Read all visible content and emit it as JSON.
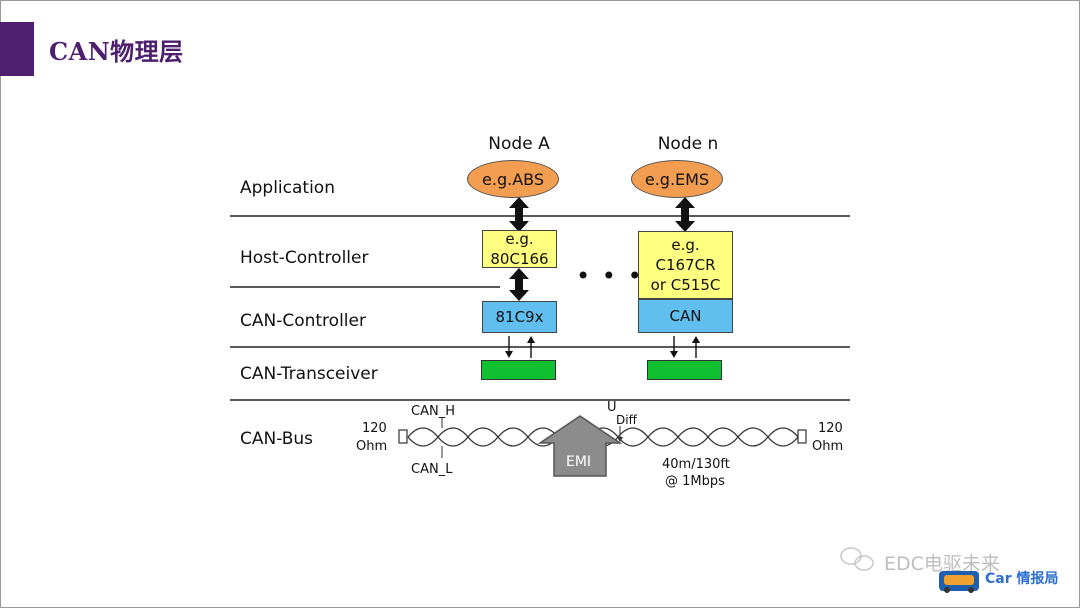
{
  "slide": {
    "title": "CAN物理层"
  },
  "layers": {
    "application": "Application",
    "host_controller": "Host-Controller",
    "can_controller": "CAN-Controller",
    "can_transceiver": "CAN-Transceiver",
    "can_bus": "CAN-Bus"
  },
  "nodes": {
    "a": {
      "title": "Node A",
      "application": "e.g.ABS",
      "host_lines": [
        "e.g.",
        "80C166"
      ],
      "controller": "81C9x"
    },
    "n": {
      "title": "Node n",
      "application": "e.g.EMS",
      "host_lines": [
        "e.g.",
        "C167CR",
        "or C515C"
      ],
      "controller": "CAN"
    }
  },
  "ellipsis": "• • •",
  "bus": {
    "left_resistor": [
      "120",
      "Ohm"
    ],
    "right_resistor": [
      "120",
      "Ohm"
    ],
    "can_h": "CAN_H",
    "can_l": "CAN_L",
    "u_diff_u": "U",
    "u_diff_sub": "Diff",
    "emi": "EMI",
    "length": "40m/130ft",
    "rate": "@ 1Mbps"
  },
  "watermark": {
    "text": "EDC电驱未来",
    "car": "Car 情报局"
  },
  "colors": {
    "title_purple": "#4e1f6e",
    "ellipse_orange": "#f39d50",
    "host_yellow": "#ffff80",
    "controller_blue": "#60bfee",
    "transceiver_green": "#10c030",
    "emi_gray": "#8c8c8c"
  }
}
